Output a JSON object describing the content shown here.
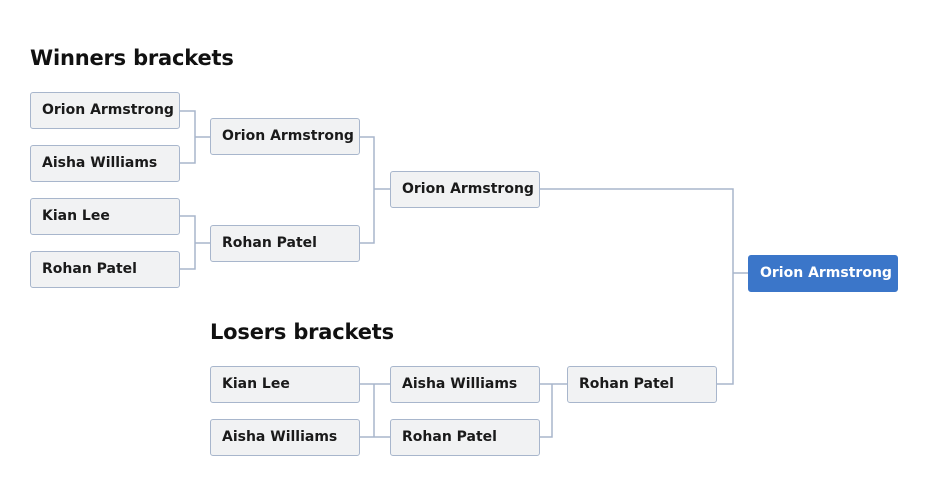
{
  "winners": {
    "heading": "Winners brackets",
    "round1": [
      "Orion Armstrong",
      "Aisha Williams",
      "Kian Lee",
      "Rohan Patel"
    ],
    "round2": [
      "Orion Armstrong",
      "Rohan Patel"
    ],
    "final": "Orion Armstrong"
  },
  "losers": {
    "heading": "Losers brackets",
    "round1": [
      "Kian Lee",
      "Aisha Williams"
    ],
    "round2": [
      "Aisha Williams",
      "Rohan Patel"
    ],
    "final": "Rohan Patel"
  },
  "champion": "Orion Armstrong",
  "colors": {
    "champion_fill": "#3b76c9",
    "box_fill": "#f1f2f3",
    "box_border": "#a8b6cc",
    "connector": "#a8b6cc"
  }
}
